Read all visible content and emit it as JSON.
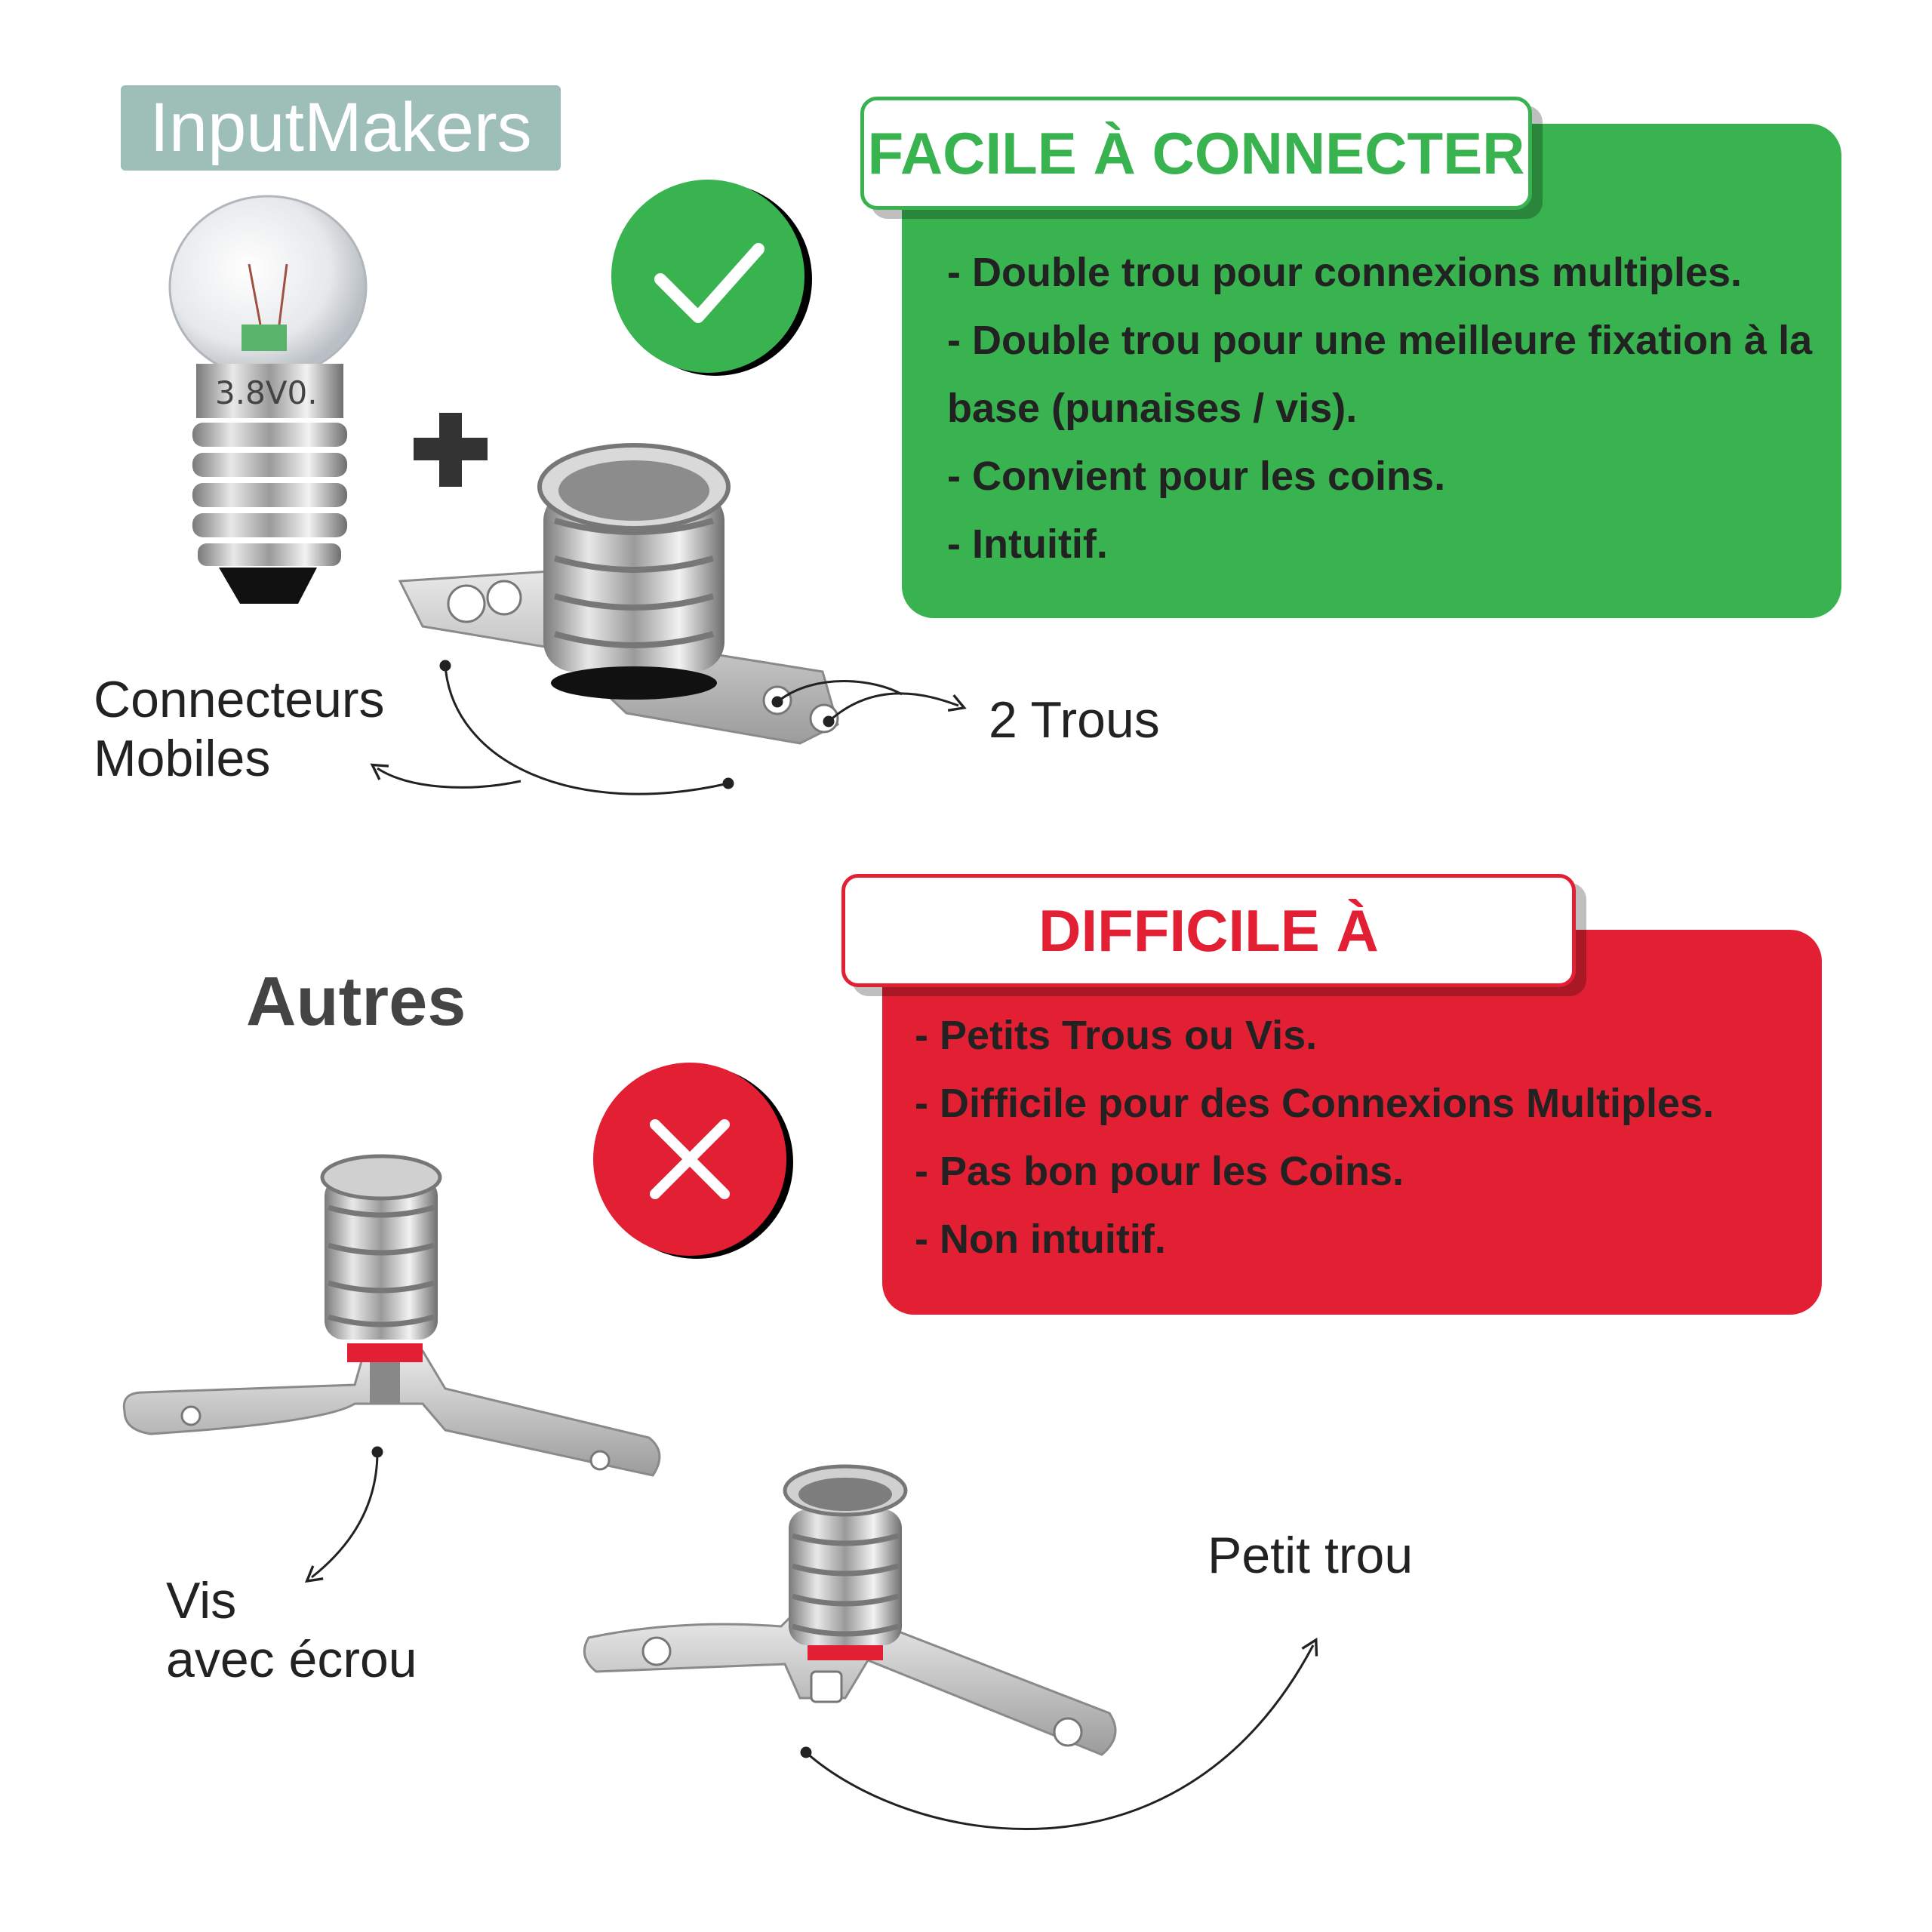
{
  "brand": {
    "name": "InputMakers"
  },
  "good": {
    "title": "FACILE À CONNECTER",
    "items": [
      "- Double trou pour connexions multiples.",
      "- Double trou pour une meilleure fixation à la base (punaises / vis).",
      "- Convient pour les coins.",
      "- Intuitif."
    ],
    "color": "#38b34f",
    "icon": "check-icon"
  },
  "bad": {
    "title": "DIFFICILE À CONNECTER",
    "items": [
      "- Petits Trous ou Vis.",
      "- Difficile pour des Connexions Multiples.",
      "- Pas bon pour les Coins.",
      "- Non intuitif."
    ],
    "color": "#e32033",
    "icon": "cross-icon"
  },
  "labels": {
    "connecteurs_line1": "Connecteurs",
    "connecteurs_line2": "Mobiles",
    "trous": "2 Trous",
    "autres": "Autres",
    "vis_line1": "Vis",
    "vis_line2": "avec écrou",
    "petit_trou": "Petit trou"
  },
  "bulb": {
    "marking": "3.8V0."
  }
}
